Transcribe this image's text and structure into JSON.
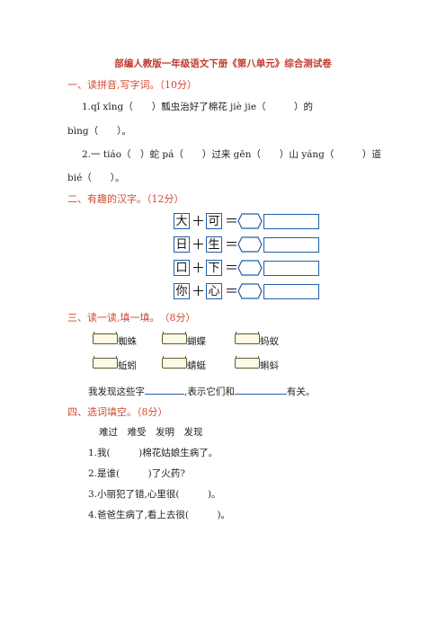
{
  "title": "部编人教版一年级语文下册《第八单元》综合测试卷",
  "s1": {
    "heading": "一、读拼音,写字词。（10分）",
    "line1": "1.qǐ xīng（　　）瓢虫治好了棉花 jiè jie（　　　）的",
    "line2": "bìng（　　）。",
    "line3": "2.一 tiáo（　）蛇 pá（　　）过来 gēn（　　）山 yáng（　　　）道",
    "line4": "bié（　　）。"
  },
  "s2": {
    "heading": "二、有趣的汉字。（12分）",
    "rows": [
      {
        "a": "大",
        "b": "可"
      },
      {
        "a": "日",
        "b": "生"
      },
      {
        "a": "口",
        "b": "下"
      },
      {
        "a": "你",
        "b": "心"
      }
    ],
    "plus": "＋",
    "eq": "＝"
  },
  "s3": {
    "heading": "三、读一读,填一填。　（8分）",
    "words": [
      "蜘蛛",
      "蝴蝶",
      "蚂蚁",
      "蚯蚓",
      "蜻蜓",
      "蝌蚪"
    ],
    "sentence_a": "我发现这些字",
    "sentence_b": ",表示它们和",
    "sentence_c": "有关。"
  },
  "s4": {
    "heading": "四、选词填空。（8分）",
    "options": "难过　难受　发明　发现",
    "q1": "1.我(　　　)棉花姑娘生病了。",
    "q2": "2.是谁(　　　)了火药?",
    "q3": "3.小丽犯了错,心里很(　　　)。",
    "q4": "4.爸爸生病了,看上去很(　　　)。"
  }
}
